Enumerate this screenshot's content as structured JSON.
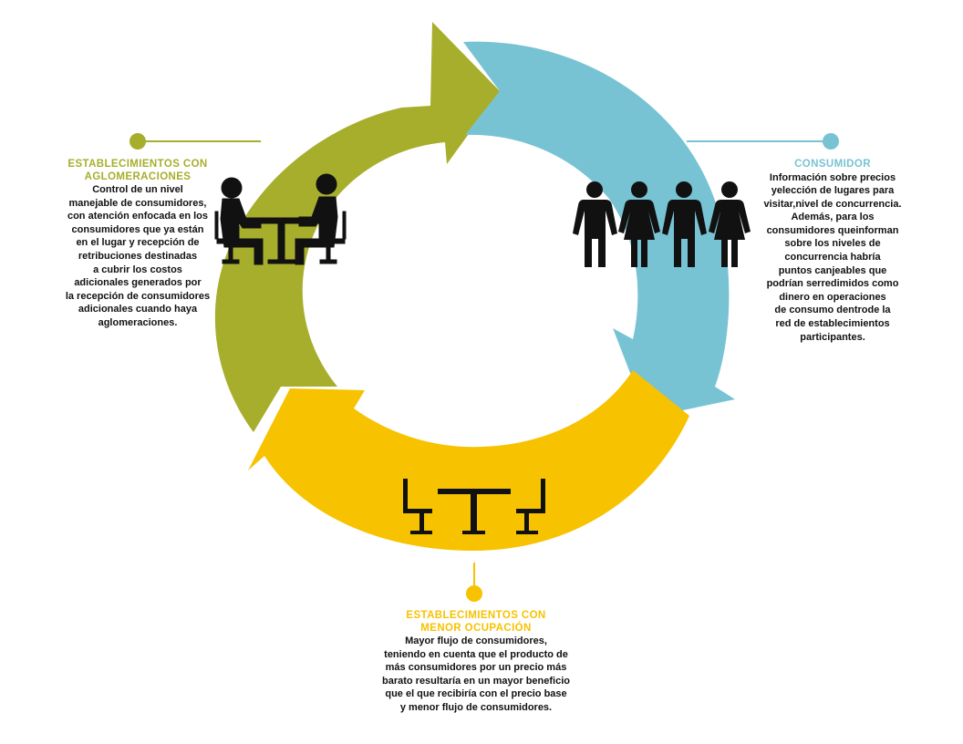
{
  "colors": {
    "green": "#a7ae2c",
    "blue": "#77c3d4",
    "yellow": "#f7c200",
    "text": "#111111",
    "icon": "#111111"
  },
  "sections": {
    "left": {
      "title": "ESTABLECIMIENTOS CON\nAGLOMERACIONES",
      "body": "Control de un nivel\nmanejable de consumidores,\ncon atención enfocada en los\nconsumidores que ya están\nen el lugar y recepción de\nretribuciones destinadas\na cubrir los costos\nadicionales generados por\nla recepción de consumidores\nadicionales cuando haya\naglomeraciones.",
      "icon": "people-at-table-icon"
    },
    "right": {
      "title": "CONSUMIDOR",
      "body": "Información sobre precios\nyelección de lugares para\nvisitar,nivel de concurrencia.\nAdemás, para los\nconsumidores queinforman\nsobre los niveles de\nconcurrencia habría\npuntos canjeables que\npodrían serredimidos como\ndinero en operaciones\nde consumo dentrode la\nred de establecimientos\nparticipantes.",
      "icon": "group-of-people-icon"
    },
    "bottom": {
      "title": "ESTABLECIMIENTOS CON\nMENOR OCUPACIÓN",
      "body": "Mayor flujo de consumidores,\nteniendo en cuenta que el producto de\nmás consumidores por un precio más\nbarato resultaría en un mayor beneficio\nque el que recibiría con el precio base\ny menor flujo de consumidores.",
      "icon": "empty-table-icon"
    }
  }
}
